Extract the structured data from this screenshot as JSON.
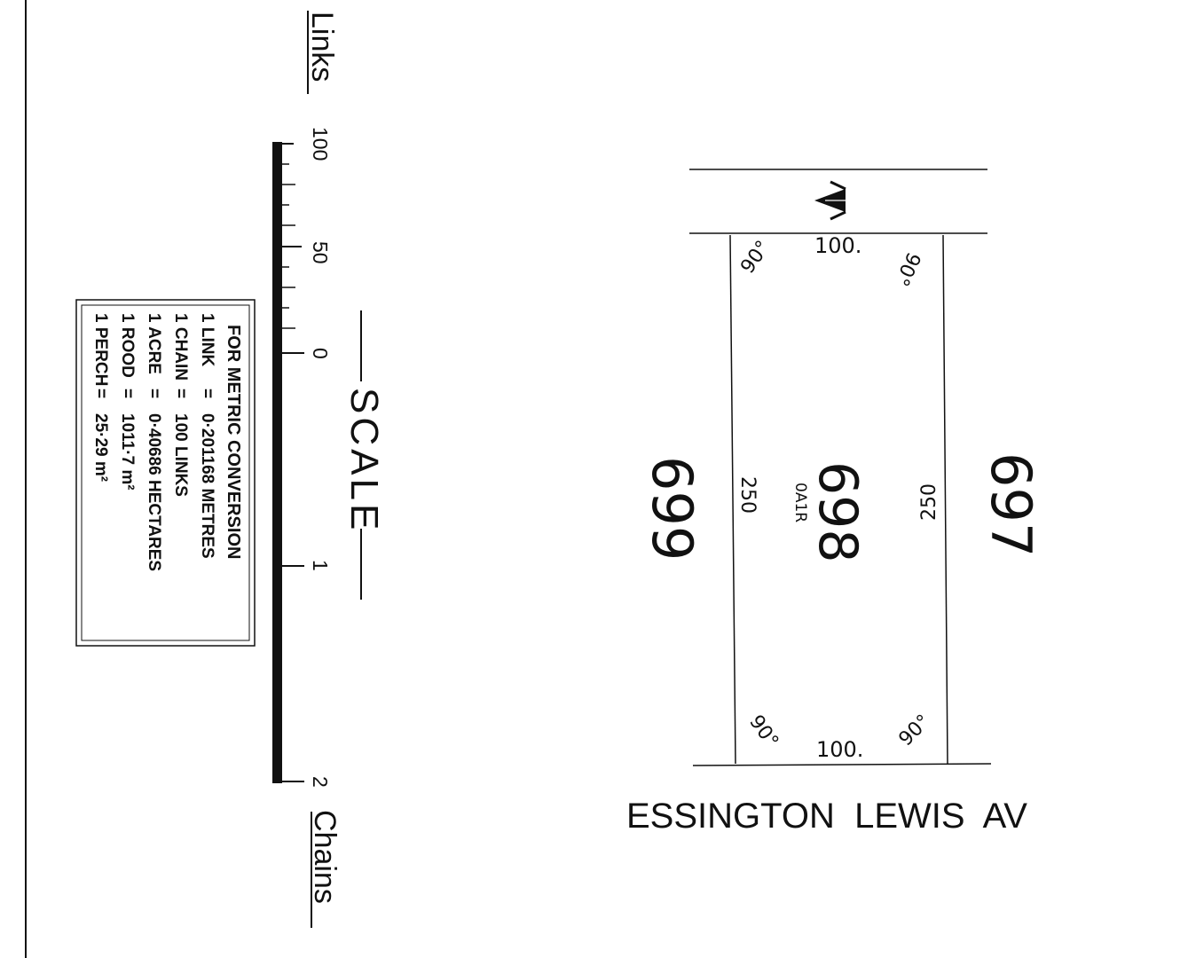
{
  "scale": {
    "top_unit": "Links",
    "bottom_unit": "Chains",
    "title": "SCALE",
    "ticks": [
      "100",
      "50",
      "0",
      "1",
      "2"
    ]
  },
  "conversion": {
    "title": "FOR METRIC CONVERSION",
    "rows": [
      {
        "unit": "1 LINK",
        "eq": "=",
        "value": "0·201168 METRES"
      },
      {
        "unit": "1 CHAIN",
        "eq": "=",
        "value": "100 LINKS"
      },
      {
        "unit": "1 ACRE",
        "eq": "=",
        "value": "0·40686 HECTARES"
      },
      {
        "unit": "1 ROOD",
        "eq": "=",
        "value": "1011·7 m²"
      },
      {
        "unit": "1 PERCH",
        "eq": "=",
        "value": "25·29 m²"
      }
    ]
  },
  "plan": {
    "lot_number": "698",
    "lot_area": "0A1R",
    "neighbor_left": "699",
    "neighbor_right": "697",
    "dimension_top": "100.",
    "dimension_bottom": "100.",
    "dimension_left": "250",
    "dimension_right": "250",
    "angles": [
      "90°",
      "90°",
      "90°",
      "90°"
    ],
    "street": "ESSINGTON  LEWIS  AV",
    "north_symbol": "N"
  }
}
